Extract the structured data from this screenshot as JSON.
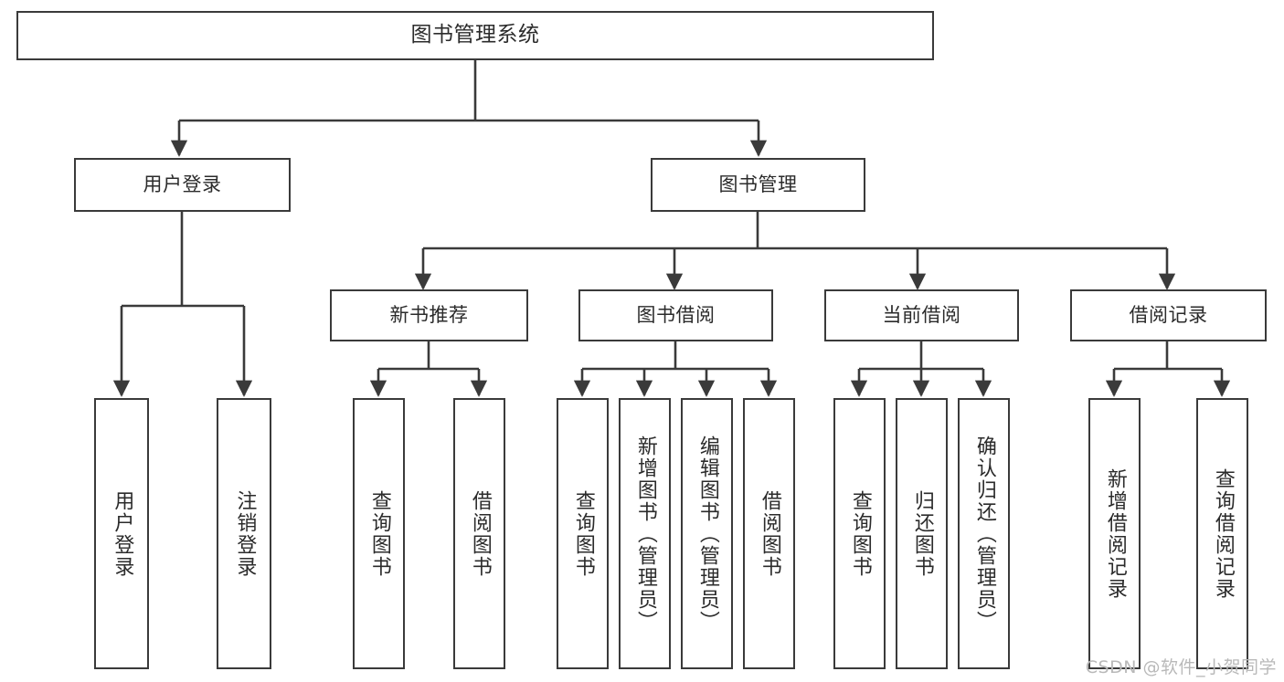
{
  "diagram": {
    "type": "tree",
    "title": "图书管理系统",
    "orientation": "top-down",
    "colors": {
      "box_border": "#3a3a3a",
      "box_fill": "#ffffff",
      "text": "#2b2b2b",
      "connector": "#3a3a3a",
      "watermark": "#b9b9b9",
      "page_background": "#ffffff"
    },
    "root": {
      "id": "root",
      "label": "图书管理系统",
      "orientation": "horizontal"
    },
    "level1": [
      {
        "id": "user-login",
        "label": "用户登录",
        "orientation": "horizontal"
      },
      {
        "id": "book-management",
        "label": "图书管理",
        "orientation": "horizontal"
      }
    ],
    "level2": [
      {
        "id": "new-book-recommend",
        "label": "新书推荐",
        "orientation": "horizontal",
        "parent": "book-management"
      },
      {
        "id": "book-borrow",
        "label": "图书借阅",
        "orientation": "horizontal",
        "parent": "book-management"
      },
      {
        "id": "current-borrow",
        "label": "当前借阅",
        "orientation": "horizontal",
        "parent": "book-management"
      },
      {
        "id": "borrow-record",
        "label": "借阅记录",
        "orientation": "horizontal",
        "parent": "book-management"
      }
    ],
    "leaves": [
      {
        "id": "leaf-user-login",
        "label": "用户登录",
        "orientation": "vertical",
        "parent": "user-login"
      },
      {
        "id": "leaf-user-logout",
        "label": "注销登录",
        "orientation": "vertical",
        "parent": "user-login"
      },
      {
        "id": "leaf-query-book-1",
        "label": "查询图书",
        "orientation": "vertical",
        "parent": "new-book-recommend"
      },
      {
        "id": "leaf-borrow-book-1",
        "label": "借阅图书",
        "orientation": "vertical",
        "parent": "new-book-recommend"
      },
      {
        "id": "leaf-query-book-2",
        "label": "查询图书",
        "orientation": "vertical",
        "parent": "book-borrow"
      },
      {
        "id": "leaf-add-book",
        "label": "新增图书（管理员）",
        "orientation": "vertical",
        "parent": "book-borrow"
      },
      {
        "id": "leaf-edit-book",
        "label": "编辑图书（管理员）",
        "orientation": "vertical",
        "parent": "book-borrow"
      },
      {
        "id": "leaf-borrow-book-2",
        "label": "借阅图书",
        "orientation": "vertical",
        "parent": "book-borrow"
      },
      {
        "id": "leaf-query-book-3",
        "label": "查询图书",
        "orientation": "vertical",
        "parent": "current-borrow"
      },
      {
        "id": "leaf-return-book",
        "label": "归还图书",
        "orientation": "vertical",
        "parent": "current-borrow"
      },
      {
        "id": "leaf-confirm-return",
        "label": "确认归还（管理员）",
        "orientation": "vertical",
        "parent": "current-borrow"
      },
      {
        "id": "leaf-add-record",
        "label": "新增借阅记录",
        "orientation": "vertical",
        "parent": "borrow-record"
      },
      {
        "id": "leaf-query-record",
        "label": "查询借阅记录",
        "orientation": "vertical",
        "parent": "borrow-record"
      }
    ]
  },
  "watermark": {
    "text": "CSDN @软件_小贺同学"
  }
}
